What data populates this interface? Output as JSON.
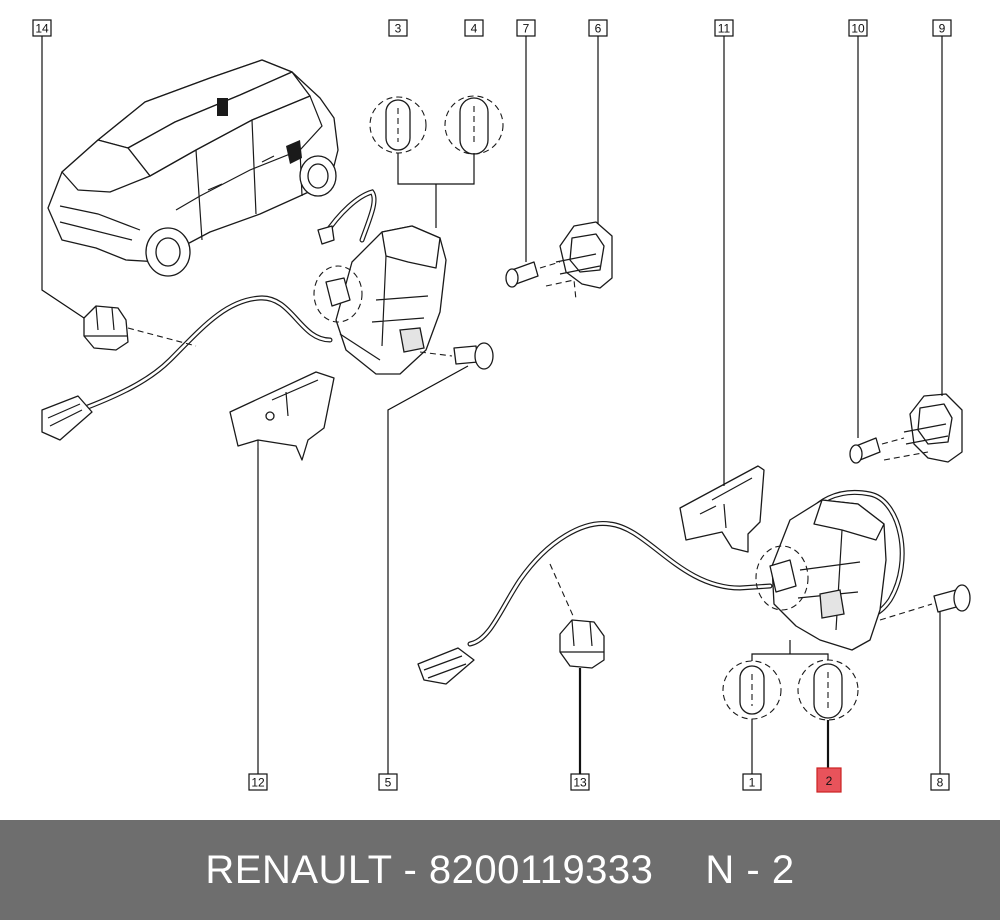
{
  "callouts": {
    "c1": "1",
    "c2": "2",
    "c3": "3",
    "c4": "4",
    "c5": "5",
    "c6": "6",
    "c7": "7",
    "c8": "8",
    "c9": "9",
    "c10": "10",
    "c11": "11",
    "c12": "12",
    "c13": "13",
    "c14": "14"
  },
  "highlight": {
    "callout": "2",
    "color": "#e8535b"
  },
  "footer": {
    "brand_part": "RENAULT - 8200119333",
    "position": "N - 2",
    "background": "#6e6e6e"
  }
}
